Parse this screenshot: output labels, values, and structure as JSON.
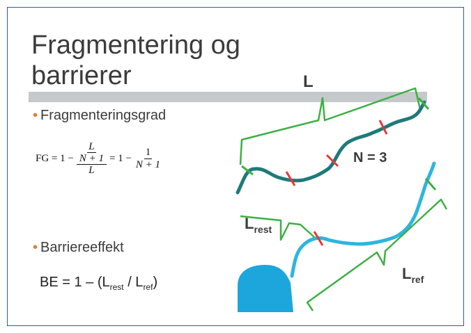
{
  "slide": {
    "title_line1": "Fragmentering og",
    "title_line2": "barrierer",
    "bullet1": "Fragmenteringsgrad",
    "bullet2": "Barriereeffekt",
    "bullet_marker": "•"
  },
  "fg_formula": {
    "lhs": "FG = 1 −",
    "numerator_top": "L",
    "numerator_bottom": "N + 1",
    "denominator": "L",
    "mid": "= 1 −",
    "one": "1",
    "n_plus_one": "N + 1"
  },
  "be_formula": {
    "prefix": "BE = 1 – (L",
    "sub_rest": "rest",
    "slash": " / L",
    "sub_ref": "ref",
    "suffix": ")"
  },
  "diagram": {
    "label_L": "L",
    "label_N": "N = 3",
    "label_Lrest_main": "L",
    "label_Lrest_sub": "rest",
    "label_Lref_main": "L",
    "label_Lref_sub": "ref"
  },
  "colors": {
    "river_dark": "#1f7a7a",
    "river_light": "#2fb4e0",
    "lake": "#1da6dc",
    "bracket": "#3cb043",
    "barrier": "#e53935",
    "accent_bullet": "#e07b2c",
    "title_bar": "#c6c9cc"
  }
}
